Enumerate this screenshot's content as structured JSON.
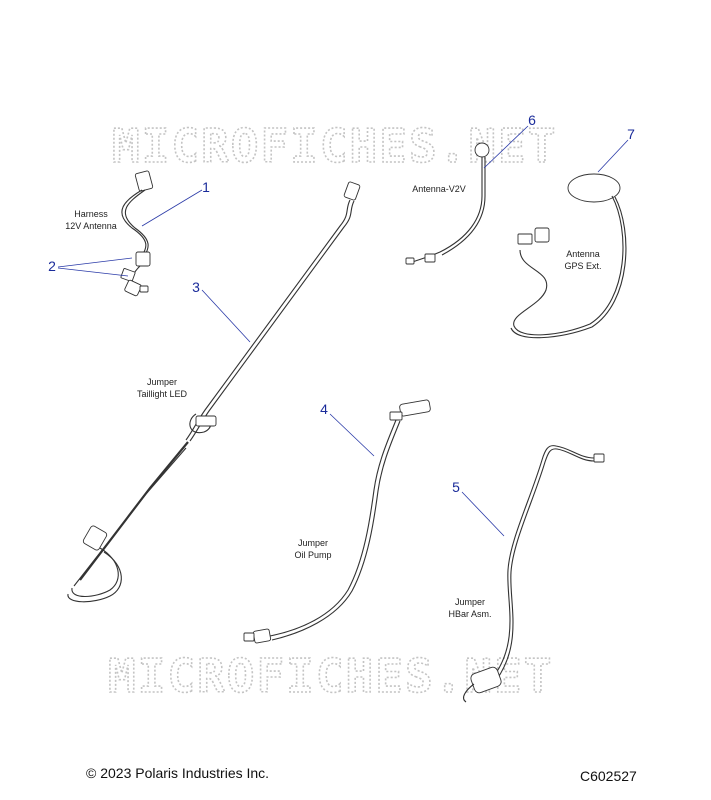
{
  "watermark": "MICROFICHES.NET",
  "parts": [
    {
      "num": "1",
      "desc_lines": [
        "Harness",
        "12V Antenna"
      ]
    },
    {
      "num": "2",
      "desc_lines": []
    },
    {
      "num": "3",
      "desc_lines": [
        "Jumper",
        "Taillight LED"
      ]
    },
    {
      "num": "4",
      "desc_lines": [
        "Jumper",
        "Oil Pump"
      ]
    },
    {
      "num": "5",
      "desc_lines": [
        "Jumper",
        "HBar Asm."
      ]
    },
    {
      "num": "6",
      "desc_lines": [
        "Antenna-V2V"
      ]
    },
    {
      "num": "7",
      "desc_lines": [
        "Antenna",
        "GPS Ext."
      ]
    }
  ],
  "footer": {
    "copyright": "© 2023 Polaris Industries Inc.",
    "diagram_code": "C602527"
  }
}
